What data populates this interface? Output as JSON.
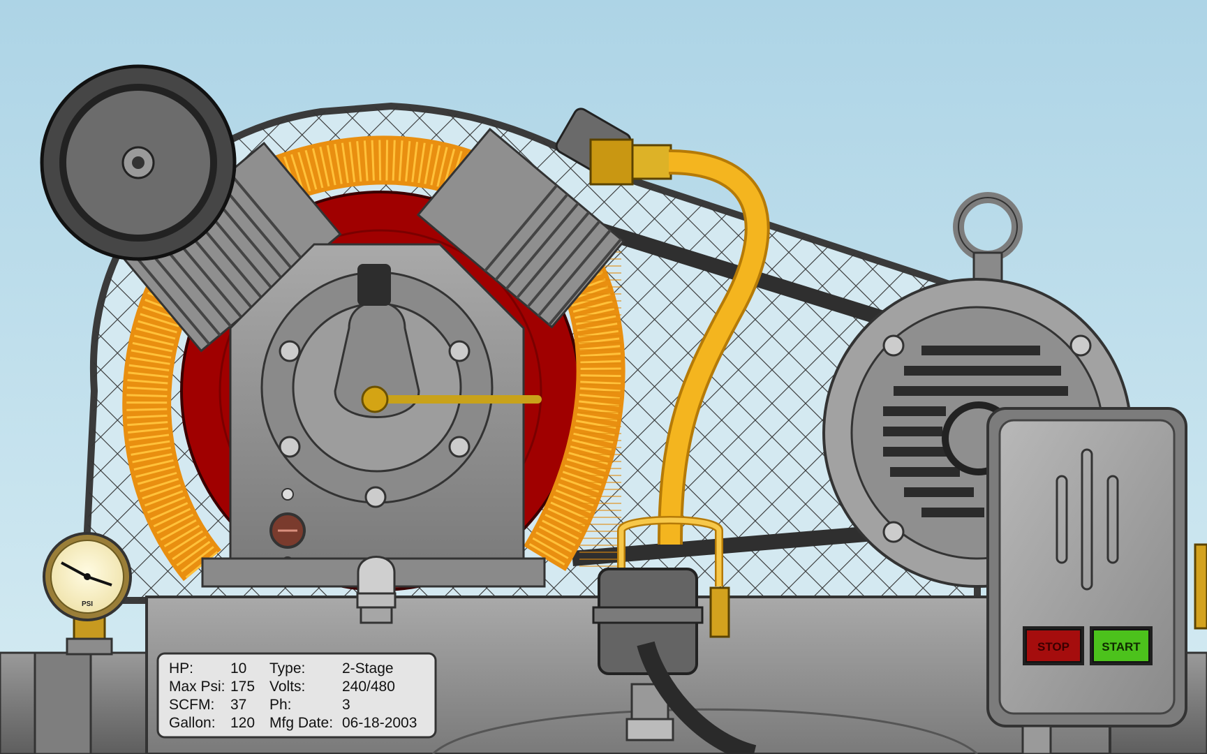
{
  "nameplate": {
    "rows": [
      {
        "k1": "HP:",
        "v1": "10",
        "k2": "Type:",
        "v2": "2-Stage"
      },
      {
        "k1": "Max Psi:",
        "v1": "175",
        "k2": "Volts:",
        "v2": "240/480"
      },
      {
        "k1": "SCFM:",
        "v1": "37",
        "k2": "Ph:",
        "v2": "3"
      },
      {
        "k1": "Gallon:",
        "v1": "120",
        "k2": "Mfg Date:",
        "v2": "06-18-2003"
      }
    ]
  },
  "controls": {
    "stop_label": "STOP",
    "start_label": "START",
    "stop_color": "#a50d0d",
    "start_color": "#4cc21c"
  },
  "gauge": {
    "unit": "PSI"
  },
  "colors": {
    "sky": "#c9e3ef",
    "metal": "#8e8e8e",
    "copper_coil": "#f2a81c",
    "flywheel": "#a00000",
    "tube": "#f4b51f"
  }
}
